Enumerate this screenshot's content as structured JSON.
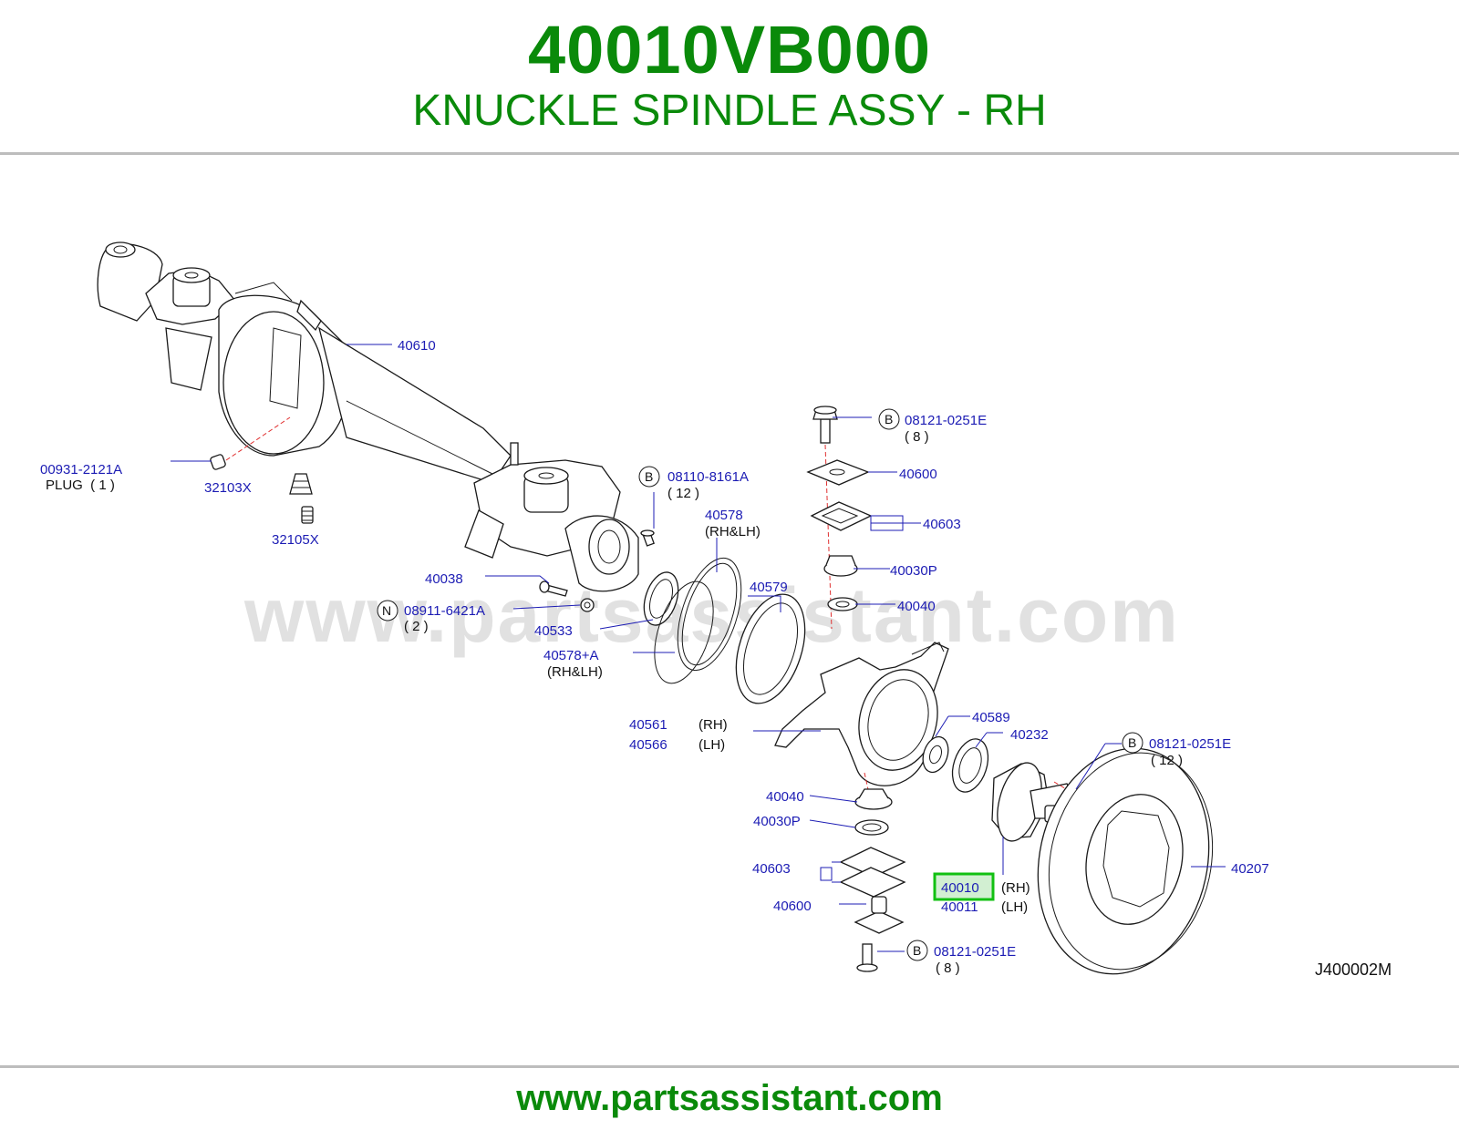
{
  "header": {
    "part_number": "40010VB000",
    "part_name": "KNUCKLE SPINDLE ASSY - RH"
  },
  "footer": {
    "url": "www.partsassistant.com"
  },
  "watermark": "www.partsassistant.com",
  "diagram_code": "J400002M",
  "colors": {
    "brand_green": "#0a8a0a",
    "callout_blue": "#1c1cb4",
    "highlight_green": "#12c012",
    "centerline_red": "#e03030"
  },
  "callouts": {
    "c40610": "40610",
    "c00931": "00931-2121A",
    "plug": "PLUG  ( 1 )",
    "c32103x": "32103X",
    "c32105x": "32105X",
    "c08110": "08110-8161A",
    "qty12a": "( 12 )",
    "c40578": "40578",
    "rhlh1": "(RH&LH)",
    "c40038": "40038",
    "c08911": "08911-6421A",
    "qty2": "( 2 )",
    "c40533": "40533",
    "c40579": "40579",
    "c40578a": "40578+A",
    "rhlh2": "(RH&LH)",
    "c08121top": "08121-0251E",
    "qty8top": "( 8 )",
    "c40600top": "40600",
    "c40603top": "40603",
    "c40030ptop": "40030P",
    "c40040top": "40040",
    "c40561": "40561",
    "rh1": "(RH)",
    "c40566": "40566",
    "lh1": "(LH)",
    "c40589": "40589",
    "c40232": "40232",
    "c08121right": "08121-0251E",
    "qty12b": "( 12 )",
    "c40040bot": "40040",
    "c40030pbot": "40030P",
    "c40603bot": "40603",
    "c40600bot": "40600",
    "c40010": "40010",
    "rh2": "(RH)",
    "c40011": "40011",
    "lh2": "(LH)",
    "c40207": "40207",
    "c08121bot": "08121-0251E",
    "qty8bot": "( 8 )"
  },
  "bolt_markers": {
    "b": "B",
    "n": "N"
  }
}
